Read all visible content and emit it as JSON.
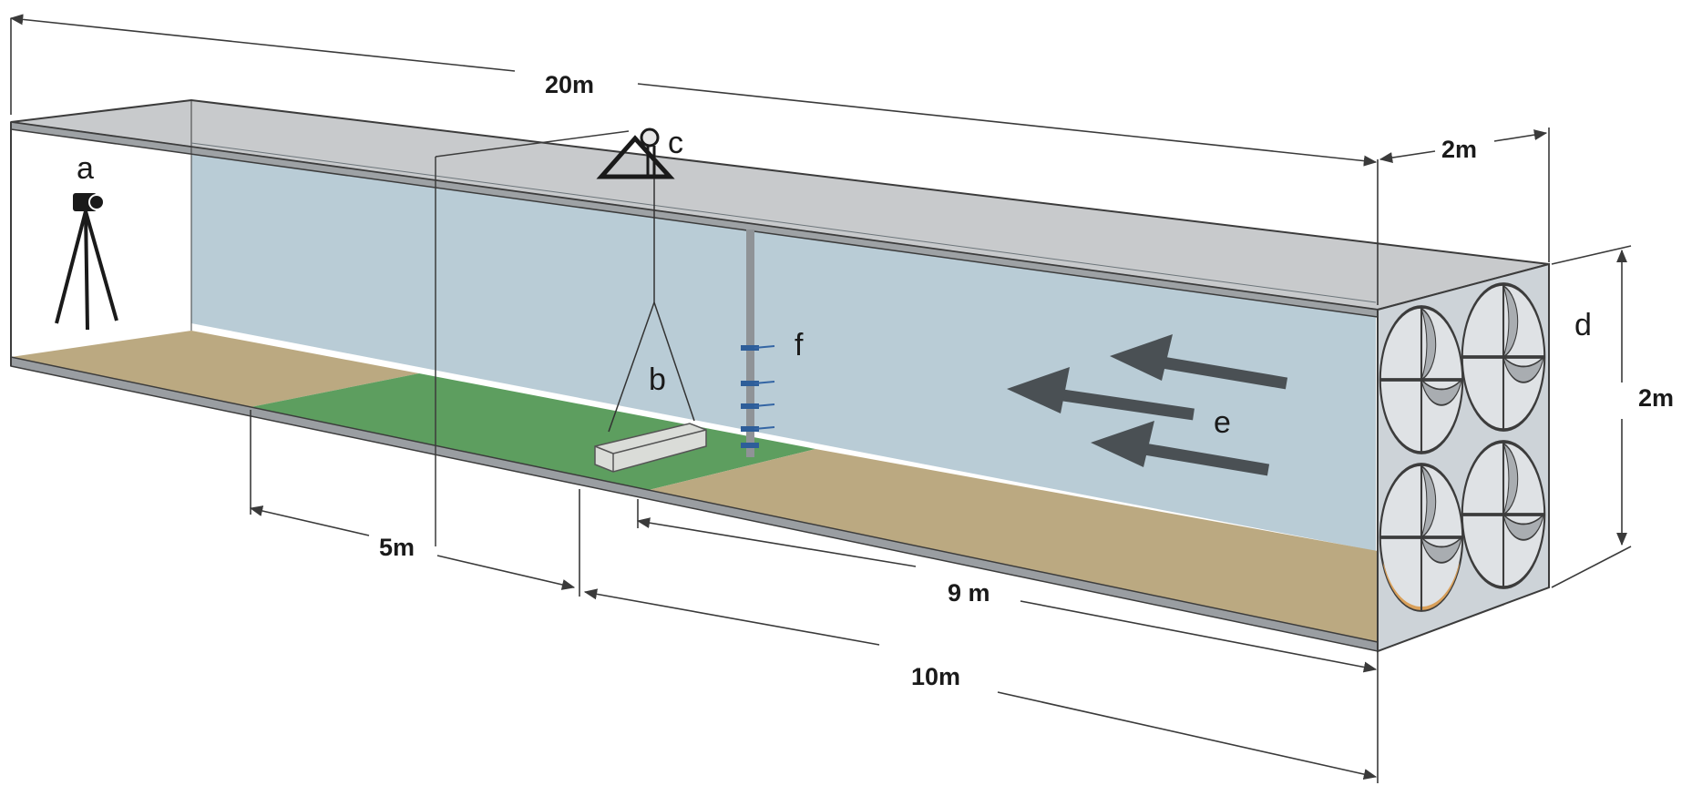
{
  "dimensions": {
    "total_length": "20m",
    "width": "2m",
    "height": "2m",
    "green_section": "5m",
    "sensor_distance": "9 m",
    "center_distance": "10m"
  },
  "labels": {
    "camera": "a",
    "sand_sample": "b",
    "pulley": "c",
    "fan_array": "d",
    "wind_direction": "e",
    "anemometer_mast": "f"
  },
  "colors": {
    "wall": "#b9ccd6",
    "ceiling": "#c7c9cb",
    "sand_floor": "#bba981",
    "green_floor": "#5d9e5f",
    "frame": "#3c3c3c",
    "arrow": "#4a5054",
    "fan_panel": "#cdd3d8",
    "sensor": "#3465a4"
  },
  "icons": [
    "camera-tripod-icon",
    "fan-icon",
    "wind-arrow-icon",
    "pulley-icon"
  ]
}
